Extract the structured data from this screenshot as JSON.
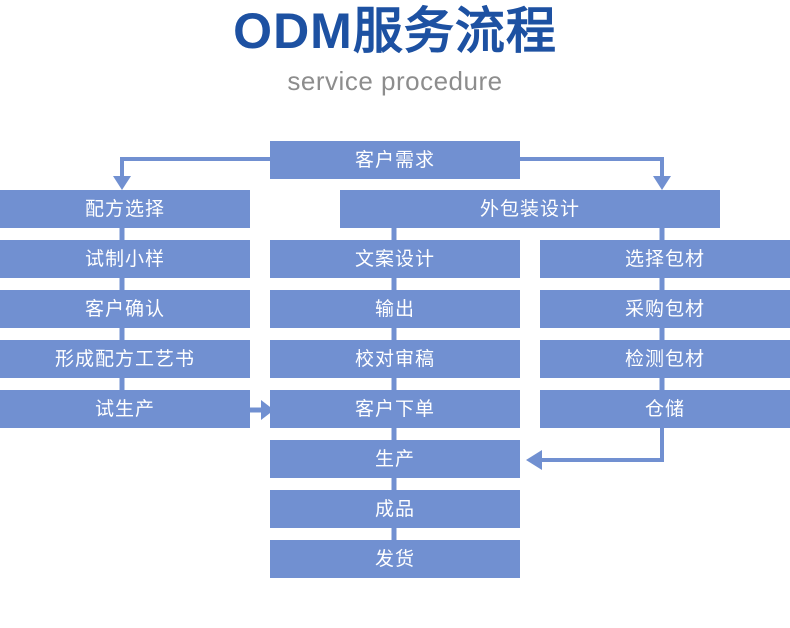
{
  "header": {
    "title": "ODM服务流程",
    "subtitle": "service procedure",
    "title_color": "#1d51a2",
    "subtitle_color": "#8d8d8d"
  },
  "theme": {
    "node_fill": "#7190d1",
    "node_text": "#ffffff",
    "connector": "#7190d1",
    "background": "#ffffff"
  },
  "chart_data": {
    "type": "diagram",
    "title": "ODM服务流程",
    "subtitle": "service procedure",
    "nodes": [
      {
        "id": "demand",
        "label": "客户需求",
        "column": "top",
        "row": 0
      },
      {
        "id": "formula",
        "label": "配方选择",
        "column": "left",
        "row": 1
      },
      {
        "id": "pkgdesign",
        "label": "外包装设计",
        "column": "right-span",
        "row": 1
      },
      {
        "id": "sample",
        "label": "试制小样",
        "column": "left",
        "row": 2
      },
      {
        "id": "copy",
        "label": "文案设计",
        "column": "mid",
        "row": 2
      },
      {
        "id": "selectpkg",
        "label": "选择包材",
        "column": "right",
        "row": 2
      },
      {
        "id": "confirm",
        "label": "客户确认",
        "column": "left",
        "row": 3
      },
      {
        "id": "output",
        "label": "输出",
        "column": "mid",
        "row": 3
      },
      {
        "id": "purchasepkg",
        "label": "采购包材",
        "column": "right",
        "row": 3
      },
      {
        "id": "formulabook",
        "label": "形成配方工艺书",
        "column": "left",
        "row": 4
      },
      {
        "id": "proof",
        "label": "校对审稿",
        "column": "mid",
        "row": 4
      },
      {
        "id": "testpkg",
        "label": "检测包材",
        "column": "right",
        "row": 4
      },
      {
        "id": "trialprod",
        "label": "试生产",
        "column": "left",
        "row": 5
      },
      {
        "id": "order",
        "label": "客户下单",
        "column": "mid",
        "row": 5
      },
      {
        "id": "storage",
        "label": "仓储",
        "column": "right",
        "row": 5
      },
      {
        "id": "production",
        "label": "生产",
        "column": "mid",
        "row": 6
      },
      {
        "id": "finished",
        "label": "成品",
        "column": "mid",
        "row": 7
      },
      {
        "id": "shipment",
        "label": "发货",
        "column": "mid",
        "row": 8
      }
    ],
    "edges": [
      {
        "from": "demand",
        "to": "formula",
        "style": "elbow-left-arrow"
      },
      {
        "from": "demand",
        "to": "pkgdesign",
        "style": "elbow-right-arrow"
      },
      {
        "from": "formula",
        "to": "sample",
        "style": "straight"
      },
      {
        "from": "sample",
        "to": "confirm",
        "style": "straight"
      },
      {
        "from": "confirm",
        "to": "formulabook",
        "style": "straight"
      },
      {
        "from": "formulabook",
        "to": "trialprod",
        "style": "straight"
      },
      {
        "from": "trialprod",
        "to": "order",
        "style": "right-arrow"
      },
      {
        "from": "pkgdesign",
        "to": "copy",
        "style": "straight"
      },
      {
        "from": "pkgdesign",
        "to": "selectpkg",
        "style": "straight"
      },
      {
        "from": "copy",
        "to": "output",
        "style": "straight"
      },
      {
        "from": "output",
        "to": "proof",
        "style": "straight"
      },
      {
        "from": "proof",
        "to": "order",
        "style": "straight"
      },
      {
        "from": "order",
        "to": "production",
        "style": "straight"
      },
      {
        "from": "selectpkg",
        "to": "purchasepkg",
        "style": "straight"
      },
      {
        "from": "purchasepkg",
        "to": "testpkg",
        "style": "straight"
      },
      {
        "from": "testpkg",
        "to": "storage",
        "style": "straight"
      },
      {
        "from": "storage",
        "to": "production",
        "style": "elbow-left-arrow"
      },
      {
        "from": "production",
        "to": "finished",
        "style": "straight"
      },
      {
        "from": "finished",
        "to": "shipment",
        "style": "straight"
      }
    ]
  }
}
